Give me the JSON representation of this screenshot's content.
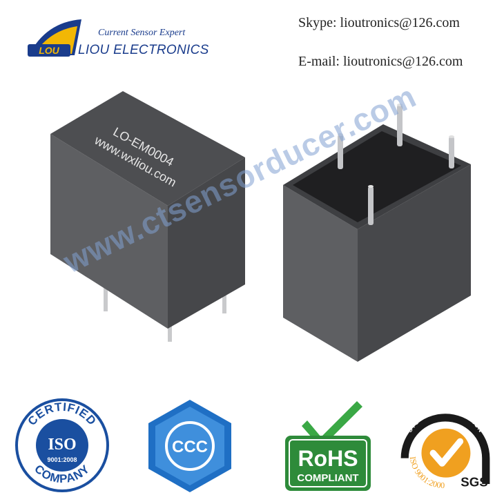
{
  "header": {
    "logo_badge": "LOU",
    "tagline": "Current Sensor Expert",
    "brand": "LIOU ELECTRONICS",
    "skype": "Skype: lioutronics@126.com",
    "email": "E-mail: lioutronics@126.com"
  },
  "product": {
    "model": "LO-EM0004",
    "website": "www.wxliou.com"
  },
  "watermark": "www.ctsensorducer.com",
  "certifications": {
    "iso_top": "CERTIFIED",
    "iso_mid": "ISO",
    "iso_std": "9001:2008",
    "iso_bottom": "COMPANY",
    "ccc": "CCC",
    "rohs_top": "RoHS",
    "rohs_bottom": "COMPLIANT",
    "sgs_arc": "SYSTEM CERTIFICATION",
    "sgs_iso": "ISO 9001:2000",
    "sgs_brand": "SGS"
  },
  "colors": {
    "brand_blue": "#1a3c8c",
    "logo_yellow": "#f2b705",
    "body_gray": "#58595c",
    "rohs_green": "#2e8b3a",
    "sgs_orange": "#f0a020"
  }
}
